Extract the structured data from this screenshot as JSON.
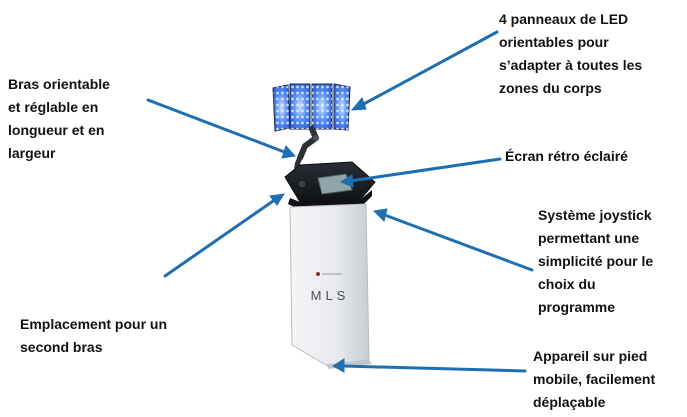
{
  "colors": {
    "arrow": "#1f6fb0",
    "led": "#3f7ff2",
    "console": "#1b1e24",
    "stand": "#e9ebee",
    "screen": "#8fa6a8"
  },
  "product": {
    "brand_text": "MLS"
  },
  "annotations": [
    {
      "id": "leds",
      "text": "4 panneaux de LED\norientables pour\ns’adapter à toutes les\nzones du corps"
    },
    {
      "id": "arm",
      "text": "Bras orientable\net réglable en\nlongueur et en\nlargeur"
    },
    {
      "id": "screen",
      "text": "Écran rétro éclairé"
    },
    {
      "id": "joy",
      "text": "Système joystick\npermettant une\nsimplicité pour le\nchoix du\nprogramme"
    },
    {
      "id": "second",
      "text": "Emplacement pour un\nsecond bras"
    },
    {
      "id": "stand",
      "text": "Appareil sur pied\nmobile, facilement\ndéplaçable"
    }
  ]
}
